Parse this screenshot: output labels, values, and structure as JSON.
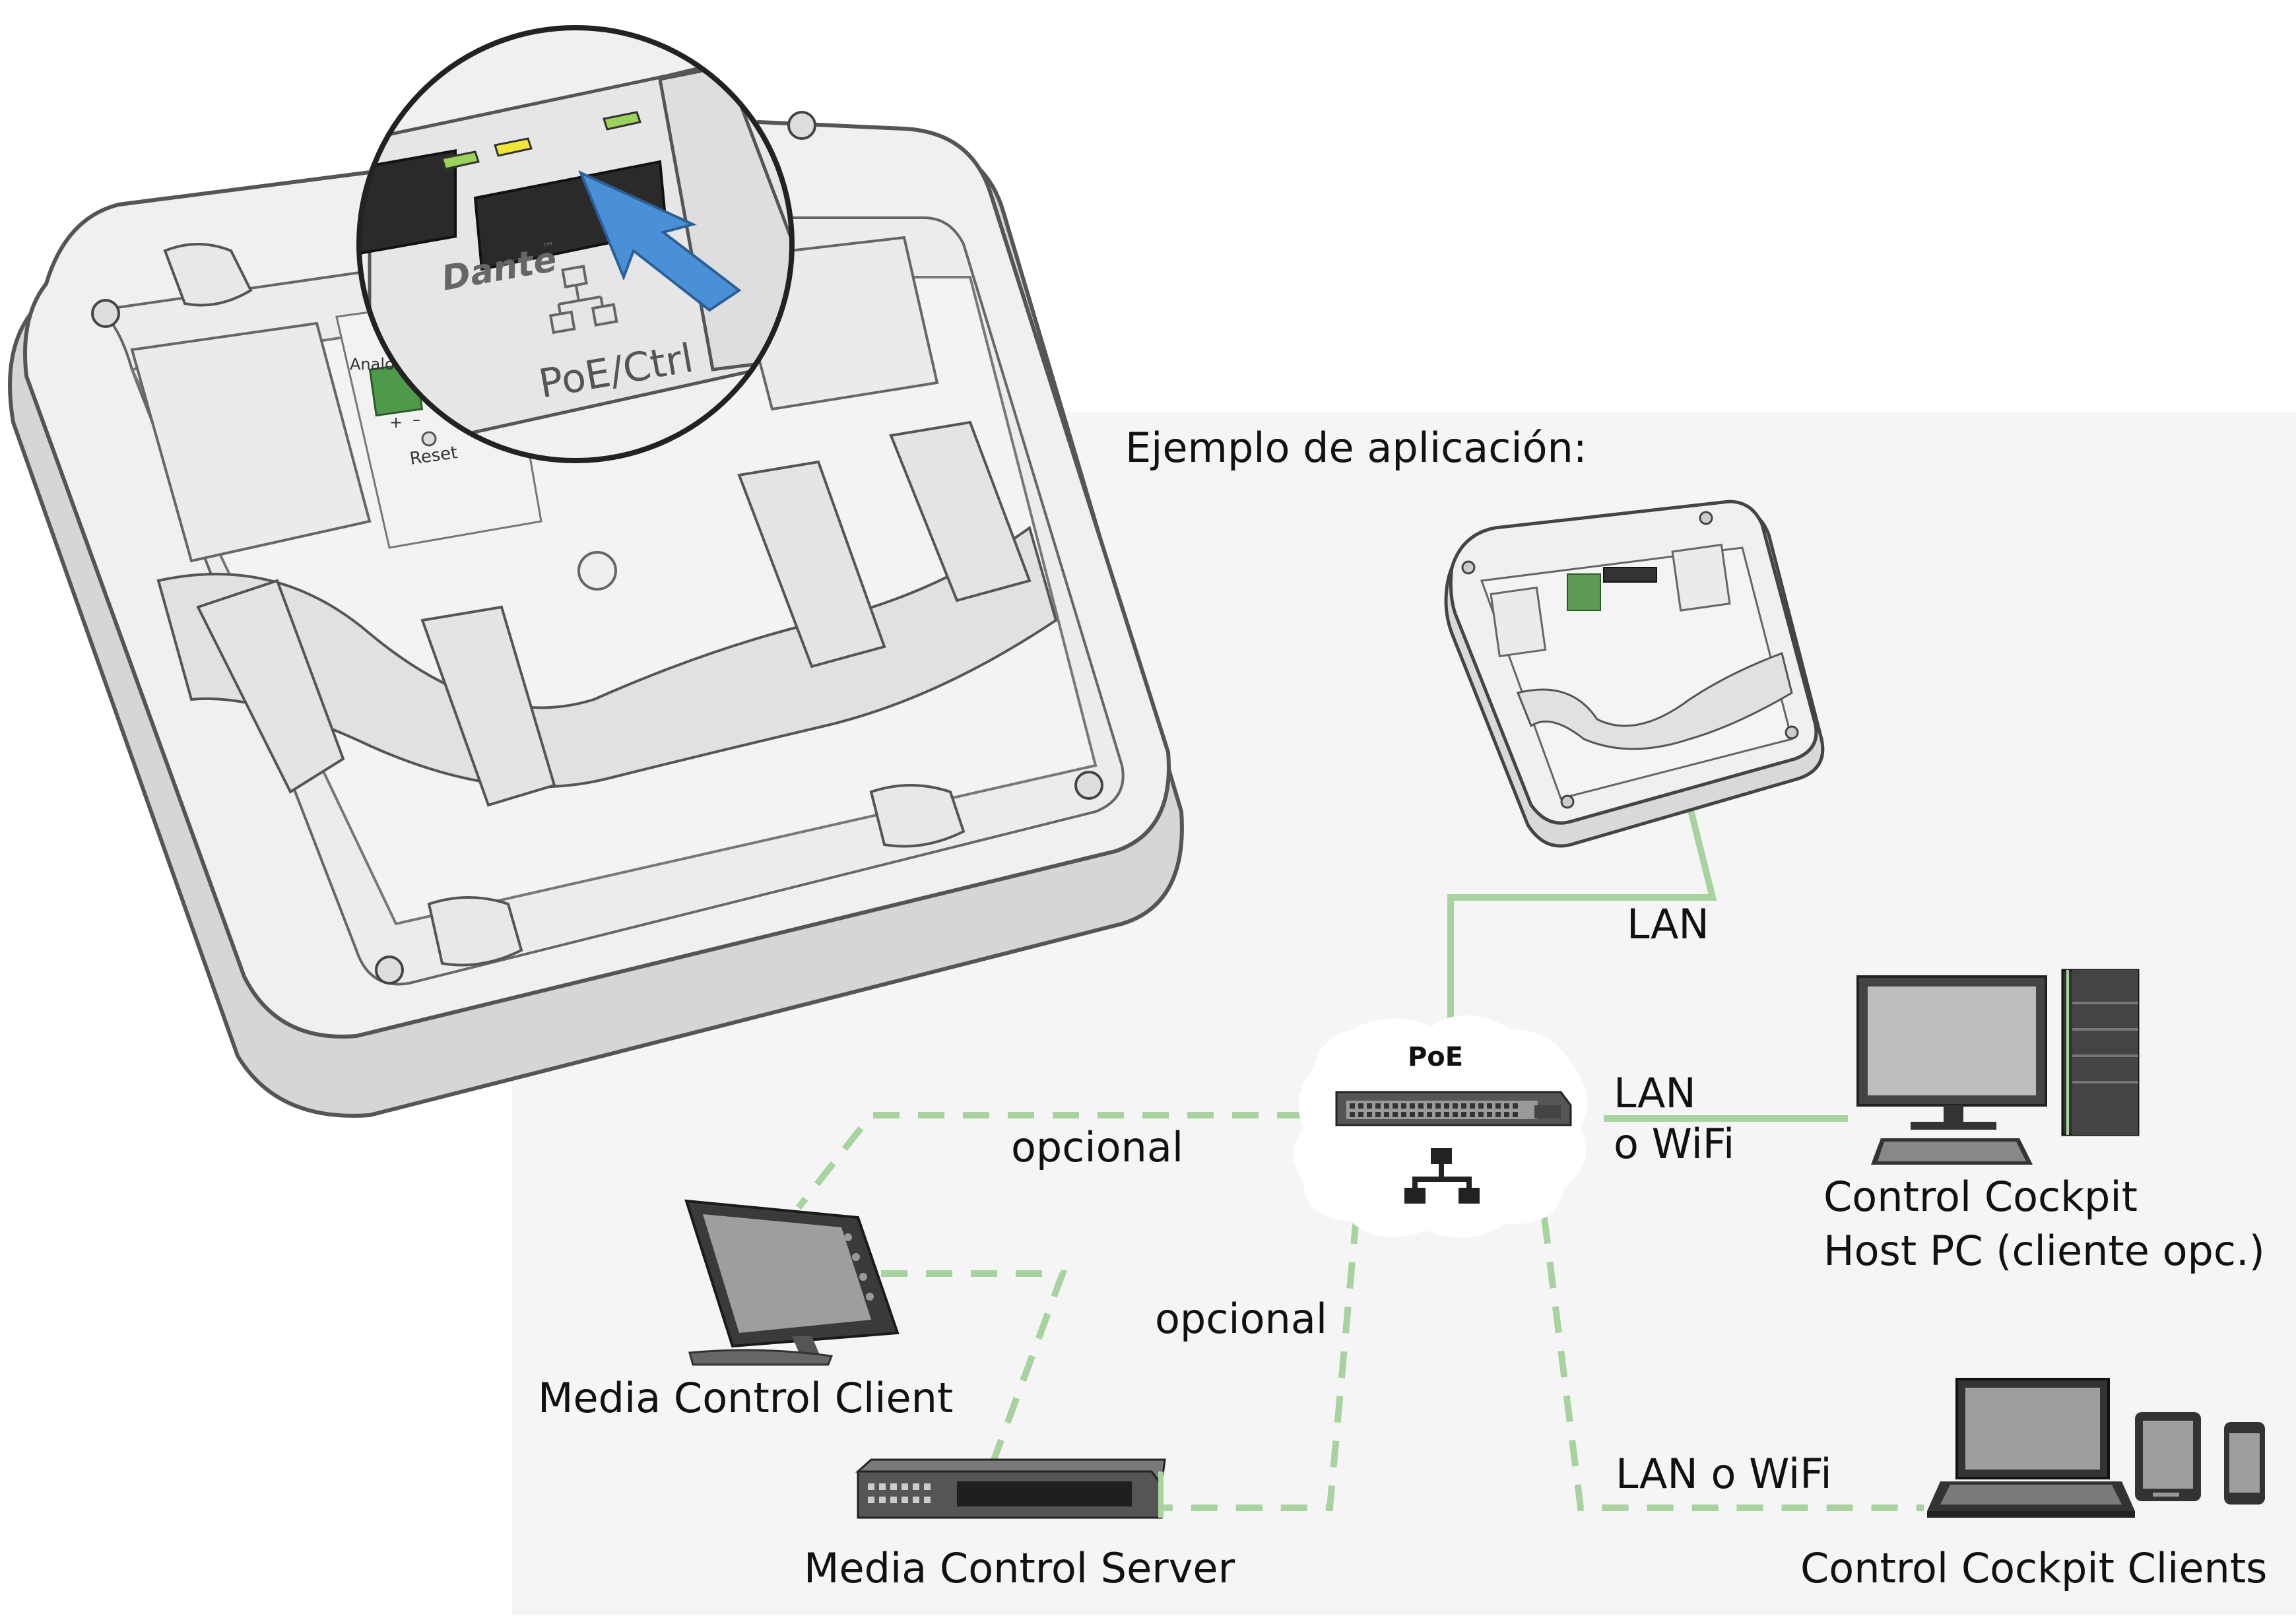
{
  "zoom_callout": {
    "logo_text": "Dante",
    "logo_tm": "™",
    "port_label": "PoE/Ctrl"
  },
  "device": {
    "analog_label": "Analo",
    "polarity_plus": "+",
    "polarity_minus": "–",
    "reset_label": "Reset"
  },
  "diagram": {
    "title": "Ejemplo de aplicación:",
    "switch_label": "PoE",
    "link_lan_top": "LAN",
    "link_lan_wifi_host_line1": "LAN",
    "link_lan_wifi_host_line2": "o WiFi",
    "link_optional_client": "opcional",
    "link_optional_server": "opcional",
    "link_lan_wifi_clients": "LAN o WiFi",
    "node_host_pc_line1": "Control Cockpit",
    "node_host_pc_line2": "Host PC (cliente opc.)",
    "node_media_client": "Media Control Client",
    "node_media_server": "Media Control Server",
    "node_cockpit_clients": "Control Cockpit Clients"
  },
  "colors": {
    "link_green": "#a8d3a0",
    "arrow_blue": "#4a90d6",
    "background_panel": "#f5f5f5",
    "device_body": "#f0f0f0",
    "led_green": "#9bd25a",
    "led_yellow": "#f2e53a"
  }
}
